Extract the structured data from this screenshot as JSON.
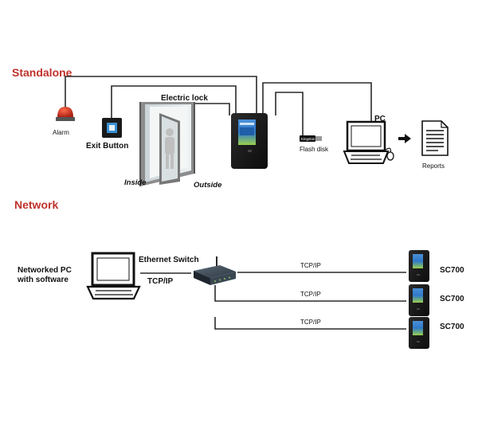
{
  "sections": {
    "standalone": "Standalone",
    "network": "Network"
  },
  "standalone": {
    "alarm": "Alarm",
    "exit_button": "Exit Button",
    "electric_lock": "Electric lock",
    "inside": "Inside",
    "outside": "Outside",
    "flash_disk": "Flash disk",
    "flash_disk_brand": "Kingston",
    "pc": "PC",
    "reports": "Reports"
  },
  "network": {
    "pc_label_line1": "Networked PC",
    "pc_label_line2": "with software",
    "switch_label": "Ethernet Switch",
    "switch_link_label": "TCP/IP",
    "links": [
      {
        "protocol": "TCP/IP",
        "device": "SC700"
      },
      {
        "protocol": "TCP/IP",
        "device": "SC700"
      },
      {
        "protocol": "TCP/IP",
        "device": "SC700"
      }
    ]
  },
  "colors": {
    "section_title": "#c0312b",
    "wire": "#2a2a2a",
    "device_body": "#1b1b1b",
    "screen": "#2f79c9"
  }
}
